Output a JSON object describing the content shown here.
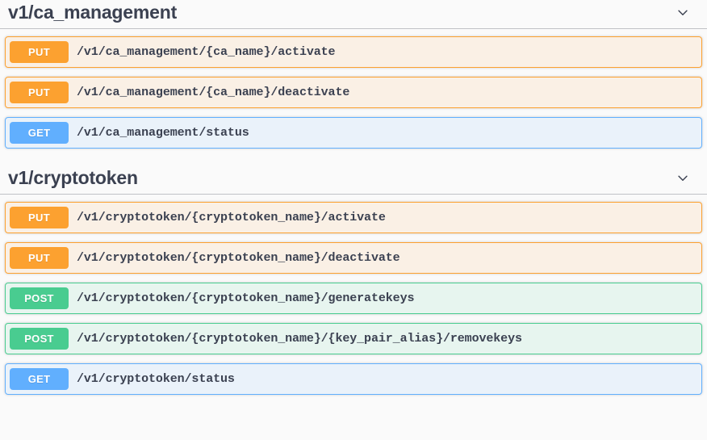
{
  "page": {
    "title": "Swagger UI API operations list"
  },
  "icons": {
    "chevron_down": "chevron-down-icon"
  },
  "colors": {
    "put": "#fca130",
    "get": "#61affe",
    "post": "#49cc90",
    "heading_text": "#3b4151",
    "path_text": "#3b4151",
    "page_background": "#fafafa"
  },
  "sections": [
    {
      "tag": "v1/ca_management",
      "expanded": true,
      "operations": [
        {
          "method": "PUT",
          "path": "/v1/ca_management/{ca_name}/activate"
        },
        {
          "method": "PUT",
          "path": "/v1/ca_management/{ca_name}/deactivate"
        },
        {
          "method": "GET",
          "path": "/v1/ca_management/status"
        }
      ]
    },
    {
      "tag": "v1/cryptotoken",
      "expanded": true,
      "operations": [
        {
          "method": "PUT",
          "path": "/v1/cryptotoken/{cryptotoken_name}/activate"
        },
        {
          "method": "PUT",
          "path": "/v1/cryptotoken/{cryptotoken_name}/deactivate"
        },
        {
          "method": "POST",
          "path": "/v1/cryptotoken/{cryptotoken_name}/generatekeys"
        },
        {
          "method": "POST",
          "path": "/v1/cryptotoken/{cryptotoken_name}/{key_pair_alias}/removekeys"
        },
        {
          "method": "GET",
          "path": "/v1/cryptotoken/status"
        }
      ]
    }
  ]
}
